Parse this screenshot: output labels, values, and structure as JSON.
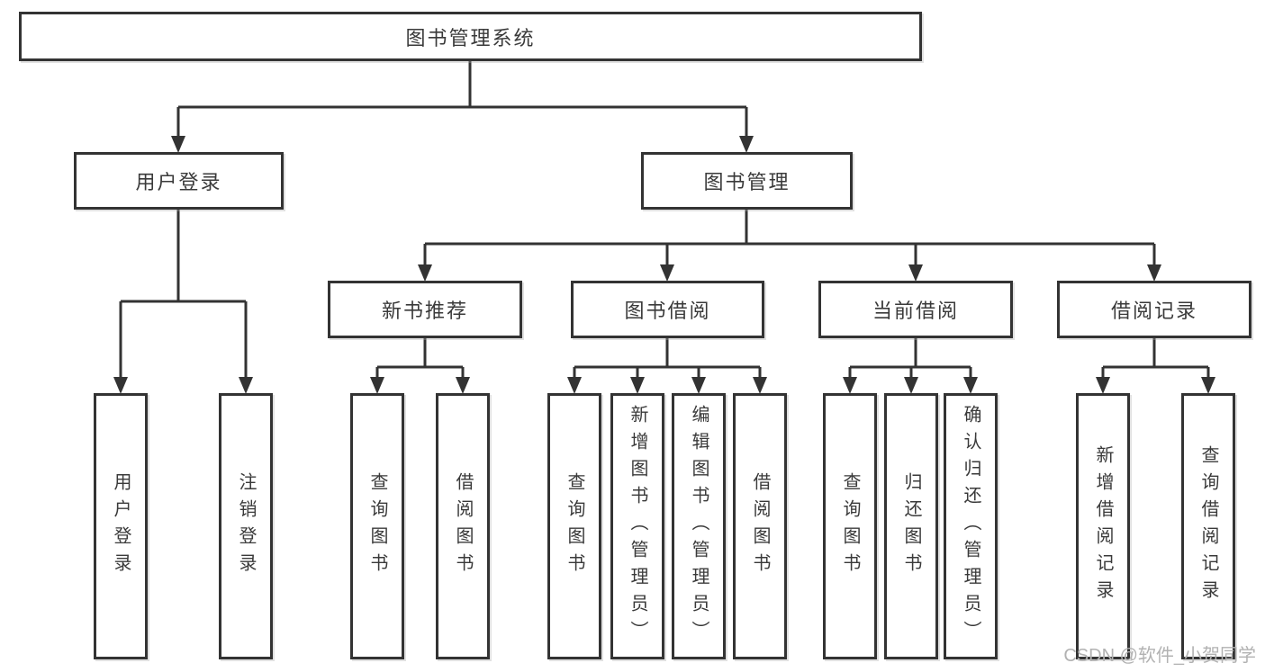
{
  "tree": {
    "root": "图书管理系统",
    "children": [
      {
        "label": "用户登录",
        "children": [
          "用户登录",
          "注销登录"
        ]
      },
      {
        "label": "图书管理",
        "children": [
          {
            "label": "新书推荐",
            "children": [
              "查询图书",
              "借阅图书"
            ]
          },
          {
            "label": "图书借阅",
            "children": [
              "查询图书",
              "新增图书（管理员）",
              "编辑图书（管理员）",
              "借阅图书"
            ]
          },
          {
            "label": "当前借阅",
            "children": [
              "查询图书",
              "归还图书",
              "确认归还（管理员）"
            ]
          },
          {
            "label": "借阅记录",
            "children": [
              "新增借阅记录",
              "查询借阅记录"
            ]
          }
        ]
      }
    ]
  },
  "watermark": "CSDN @软件_小贺同学",
  "colors": {
    "line": "#333333",
    "box_border": "#333333",
    "text": "#3a3a3a",
    "watermark": "#b2b2b2",
    "background": "#ffffff"
  }
}
